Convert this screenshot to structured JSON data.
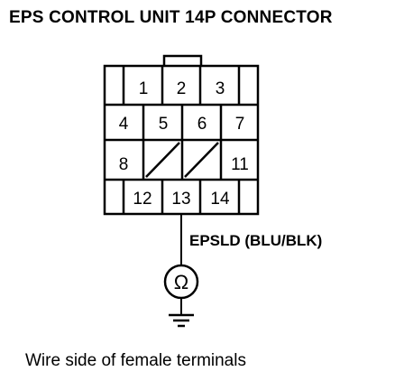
{
  "title": "EPS CONTROL UNIT 14P CONNECTOR",
  "connector": {
    "row1": [
      "1",
      "2",
      "3"
    ],
    "row2": [
      "4",
      "5",
      "6",
      "7"
    ],
    "row3": [
      "8",
      "11"
    ],
    "row4": [
      "12",
      "13",
      "14"
    ]
  },
  "wire_label": "EPSLD (BLU/BLK)",
  "meter_symbol": "Ω",
  "footer": "Wire side of female terminals",
  "icons": [
    "ohmmeter-icon",
    "ground-icon"
  ]
}
